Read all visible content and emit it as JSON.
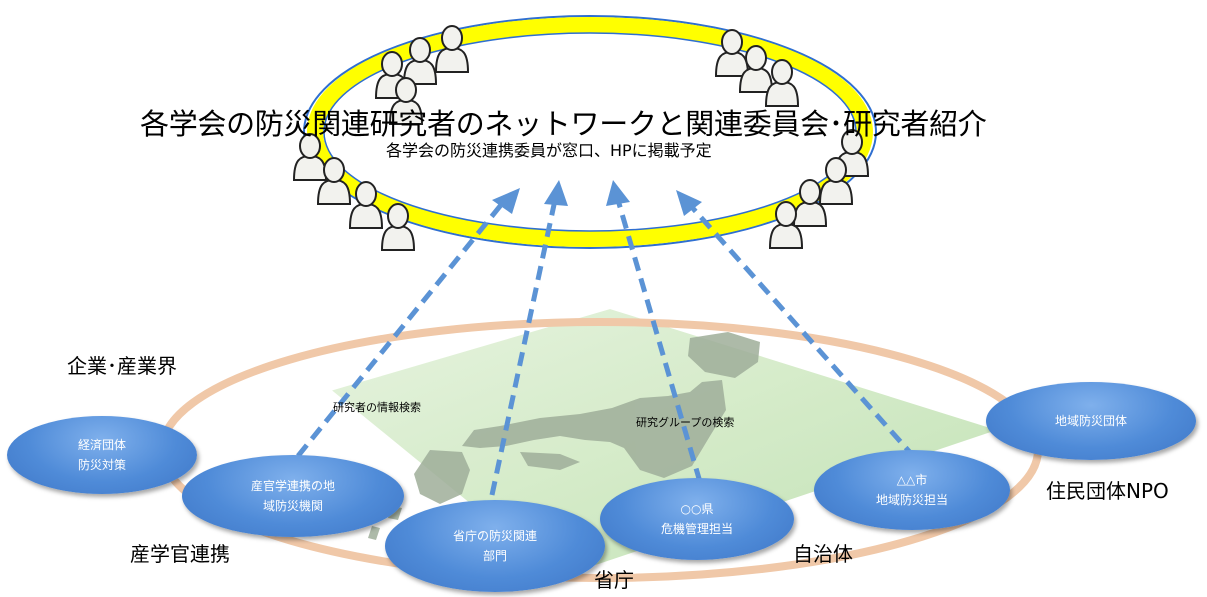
{
  "title": "各学会の防災関連研究者のネットワークと関連委員会･研究者紹介",
  "subtitle": "各学会の防災連携委員が窓口、HPに掲載予定",
  "search_labels": {
    "researcher_info": "研究者の情報検索",
    "group_search": "研究グループの検索"
  },
  "categories": {
    "industry": "企業･産業界",
    "industry_academia_gov": "産学官連携",
    "ministries": "省庁",
    "local_gov": "自治体",
    "residents": "住民団体NPO"
  },
  "bubbles": {
    "keizai": {
      "line1": "経済団体",
      "line2": "防災対策"
    },
    "sankangaku": {
      "line1": "産官学連携の地",
      "line2": "域防災機関"
    },
    "shocho": {
      "line1": "省庁の防災関連",
      "line2": "部門"
    },
    "ken": {
      "line1": "○○県",
      "line2": "危機管理担当"
    },
    "shi": {
      "line1": "△△市",
      "line2": "地域防災担当"
    },
    "chiiki": {
      "line1": "地域防災団体"
    }
  },
  "colors": {
    "ring_fill": "#ffff00",
    "ring_stroke": "#2f6fd0",
    "outer_ring": "#f0c8a8",
    "bubble": "#4f8bd8",
    "arrow": "#5b93d5",
    "map_plane": "#cfe6c3",
    "map_land": "#b9c4b0"
  },
  "icons": [
    "person-icon"
  ]
}
